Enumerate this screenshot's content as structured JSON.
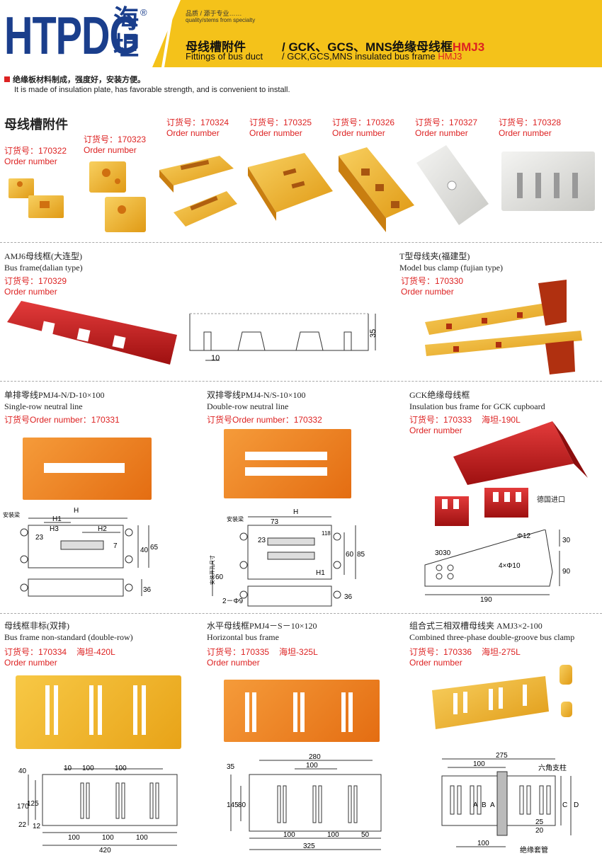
{
  "header": {
    "logo": "HTPDG",
    "logo_cn": "海坦",
    "reg": "®",
    "slogan_cn": "品质 / 源于专业……",
    "slogan_en": "quality/stems from specialty",
    "title_cn": "母线槽附件",
    "title_cn2_black": "/ GCK、GCS、MNS绝缘母线框",
    "title_cn2_red": "HMJ3",
    "title_en": "Fittings of bus duct",
    "title_en2_black": "/ GCK,GCS,MNS insulated bus frame ",
    "title_en2_red": "HMJ3"
  },
  "intro": {
    "cn": "绝缘板材料制成，强度好，安装方便。",
    "en": "It is made of insulation plate, has favorable strength, and is convenient to install."
  },
  "section1": {
    "title": "母线槽附件",
    "items": [
      {
        "cn": "订货号：170322",
        "en": "Order number"
      },
      {
        "cn": "订货号：170323",
        "en": "Order number"
      },
      {
        "cn": "订货号：170324",
        "en": "Order number"
      },
      {
        "cn": "订货号：170325",
        "en": "Order number"
      },
      {
        "cn": "订货号：170326",
        "en": "Order number"
      },
      {
        "cn": "订货号：170327",
        "en": "Order number"
      },
      {
        "cn": "订货号：170328",
        "en": "Order number"
      }
    ]
  },
  "amj6": {
    "cn": "AMJ6母线框(大连型)",
    "en": "Bus frame(dalian type)",
    "order": "订货号：170329",
    "order_en": "Order number",
    "dim_35": "35",
    "dim_10": "10"
  },
  "tclamp": {
    "cn": "T型母线夹(福建型)",
    "en": "Model bus clamp (fujian type)",
    "order": "订货号：170330",
    "order_en": "Order number"
  },
  "single": {
    "cn": "单排零线PMJ4-N/D-10×100",
    "en": "Single-row neutral line",
    "order": "订货号Order number：170331",
    "dims": {
      "anzl": "安装梁",
      "H": "H",
      "H1": "H1",
      "H2": "H2",
      "H3": "H3",
      "d23": "23",
      "d7": "7",
      "d40": "40",
      "d65": "65",
      "d36": "36"
    }
  },
  "double": {
    "cn": "双排零线PMJ4-N/S-10×100",
    "en": "Double-row neutral line",
    "order": "订货号Order number：170332",
    "dims": {
      "anzl": "安装梁",
      "H": "H",
      "H1": "H1",
      "d73": "73",
      "d23": "23",
      "d118": "118",
      "d60": "60",
      "d85": "85",
      "d36": "36",
      "d60v": "60",
      "hole": "2－Φ9",
      "side": "安装开孔尺寸"
    }
  },
  "gck": {
    "cn": "GCK绝缘母线框",
    "en": "Insulation bus frame for GCK cupboard",
    "order": "订货号：170333",
    "model": "海坦-190L",
    "order_en": "Order number",
    "german": "德国进口",
    "dims": {
      "phi12": "Φ12",
      "d3030": "3030",
      "phi10": "4×Φ10",
      "d30": "30",
      "d90": "90",
      "d190": "190"
    }
  },
  "bus_ns": {
    "cn": "母线框非标(双排)",
    "en": "Bus frame non-standard (double-row)",
    "order": "订货号：170334",
    "model": "海坦-420L",
    "order_en": "Order number",
    "dims": {
      "d40": "40",
      "d10": "10",
      "d100a": "100",
      "d100b": "100",
      "d170": "170",
      "d125": "125",
      "d22": "22",
      "d12": "12",
      "b100a": "100",
      "b100b": "100",
      "b100c": "100",
      "d420": "420"
    }
  },
  "horiz": {
    "cn": "水平母线框PMJ4－S－10×120",
    "en": "Horizontal bus frame",
    "order": "订货号：170335",
    "model": "海坦-325L",
    "order_en": "Order number",
    "dims": {
      "d35": "35",
      "d280": "280",
      "d100": "100",
      "d145": "145",
      "d80": "80",
      "b100a": "100",
      "b100b": "100",
      "d50": "50",
      "d325": "325"
    }
  },
  "combo": {
    "cn": "组合式三相双槽母线夹 AMJ3×2-100",
    "en": "Combined three-phase double-groove bus clamp",
    "order": "订货号：170336",
    "model": "海坦-275L",
    "order_en": "Order number",
    "dims": {
      "d275": "275",
      "d100": "100",
      "hex": "六角支柱",
      "A1": "A",
      "B": "B",
      "A2": "A",
      "C": "C",
      "D": "D",
      "d25": "25",
      "d20": "20",
      "b100": "100",
      "sleeve": "绝缘套管"
    }
  }
}
